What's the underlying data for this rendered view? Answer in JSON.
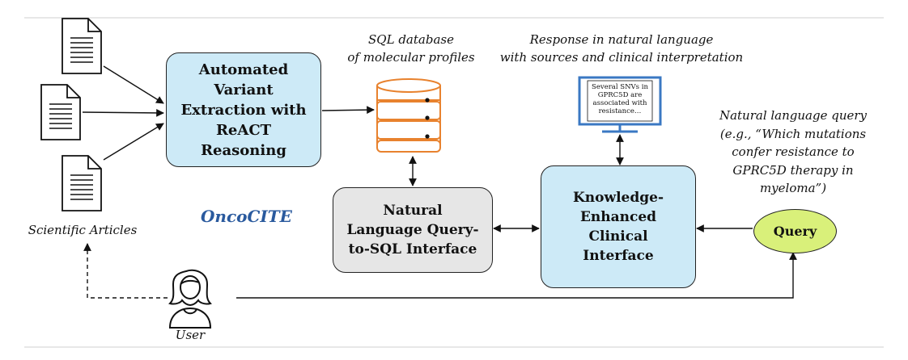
{
  "boxes": {
    "extraction": "Automated Variant Extraction with ReACT Reasoning",
    "nl2sql": "Natural Language Query-to-SQL Interface",
    "clinical": "Knowledge-Enhanced Clinical Interface",
    "query": "Query"
  },
  "labels": {
    "db_line1": "SQL database",
    "db_line2": "of molecular profiles",
    "response_line1": "Response in natural language",
    "response_line2": "with sources and clinical interpretation",
    "query_l1": "Natural language query",
    "query_l2": "(e.g., “Which mutations",
    "query_l3": "confer resistance to",
    "query_l4": "GPRC5D therapy in",
    "query_l5": "myeloma”)",
    "articles": "Scientific Articles",
    "user": "User",
    "brand": "OncoCITE"
  },
  "monitor": {
    "l1": "Several SNVs in",
    "l2": "GPRC5D are",
    "l3": "associated with",
    "l4": "resistance…"
  },
  "icons": [
    "document-icon",
    "database-icon",
    "monitor-icon",
    "user-icon"
  ],
  "colors": {
    "box_blue": "#cdeaf7",
    "box_grey": "#e6e6e6",
    "query_fill": "#d9f07a",
    "database": "#e8822e",
    "monitor": "#3a78c3",
    "brand": "#2a5a9e"
  }
}
